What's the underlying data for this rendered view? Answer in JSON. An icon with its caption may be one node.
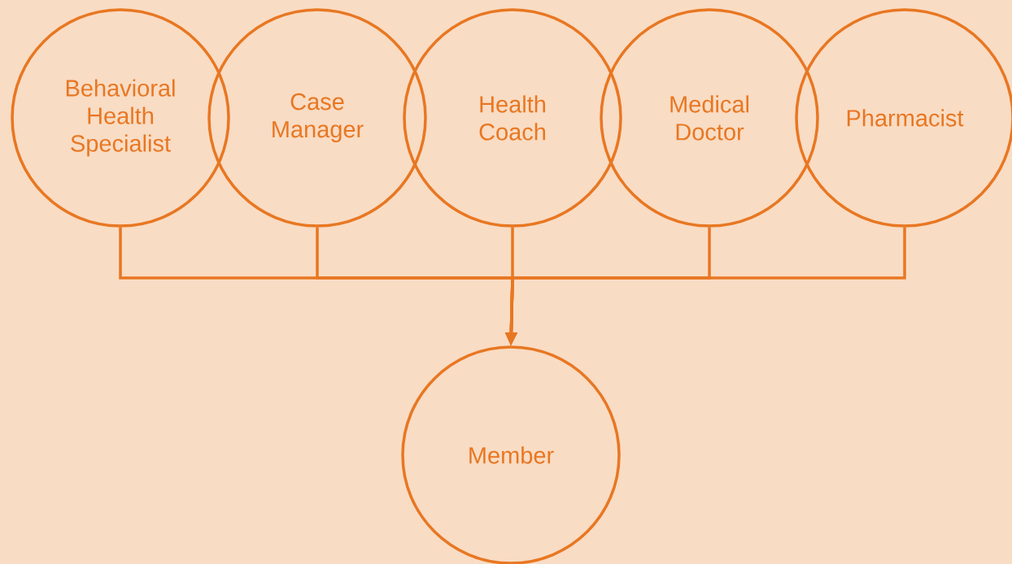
{
  "diagram": {
    "nodes": [
      {
        "text": [
          "Behavioral Health Specialist"
        ]
      },
      {
        "text": [
          "Case Manager"
        ]
      },
      {
        "text": [
          "Health Coach"
        ]
      },
      {
        "text": [
          "Medical Doctor"
        ]
      },
      {
        "text": [
          "Pharmacist"
        ]
      },
      {
        "text": [
          "Member"
        ]
      }
    ],
    "edges": [
      {
        "from": 0,
        "to": 5,
        "arrow": "to"
      },
      {
        "from": 1,
        "to": 5,
        "arrow": "to"
      },
      {
        "from": 2,
        "to": 5,
        "arrow": "to"
      },
      {
        "from": 3,
        "to": 5,
        "arrow": "to"
      },
      {
        "from": 4,
        "to": 5,
        "arrow": "to"
      }
    ]
  }
}
